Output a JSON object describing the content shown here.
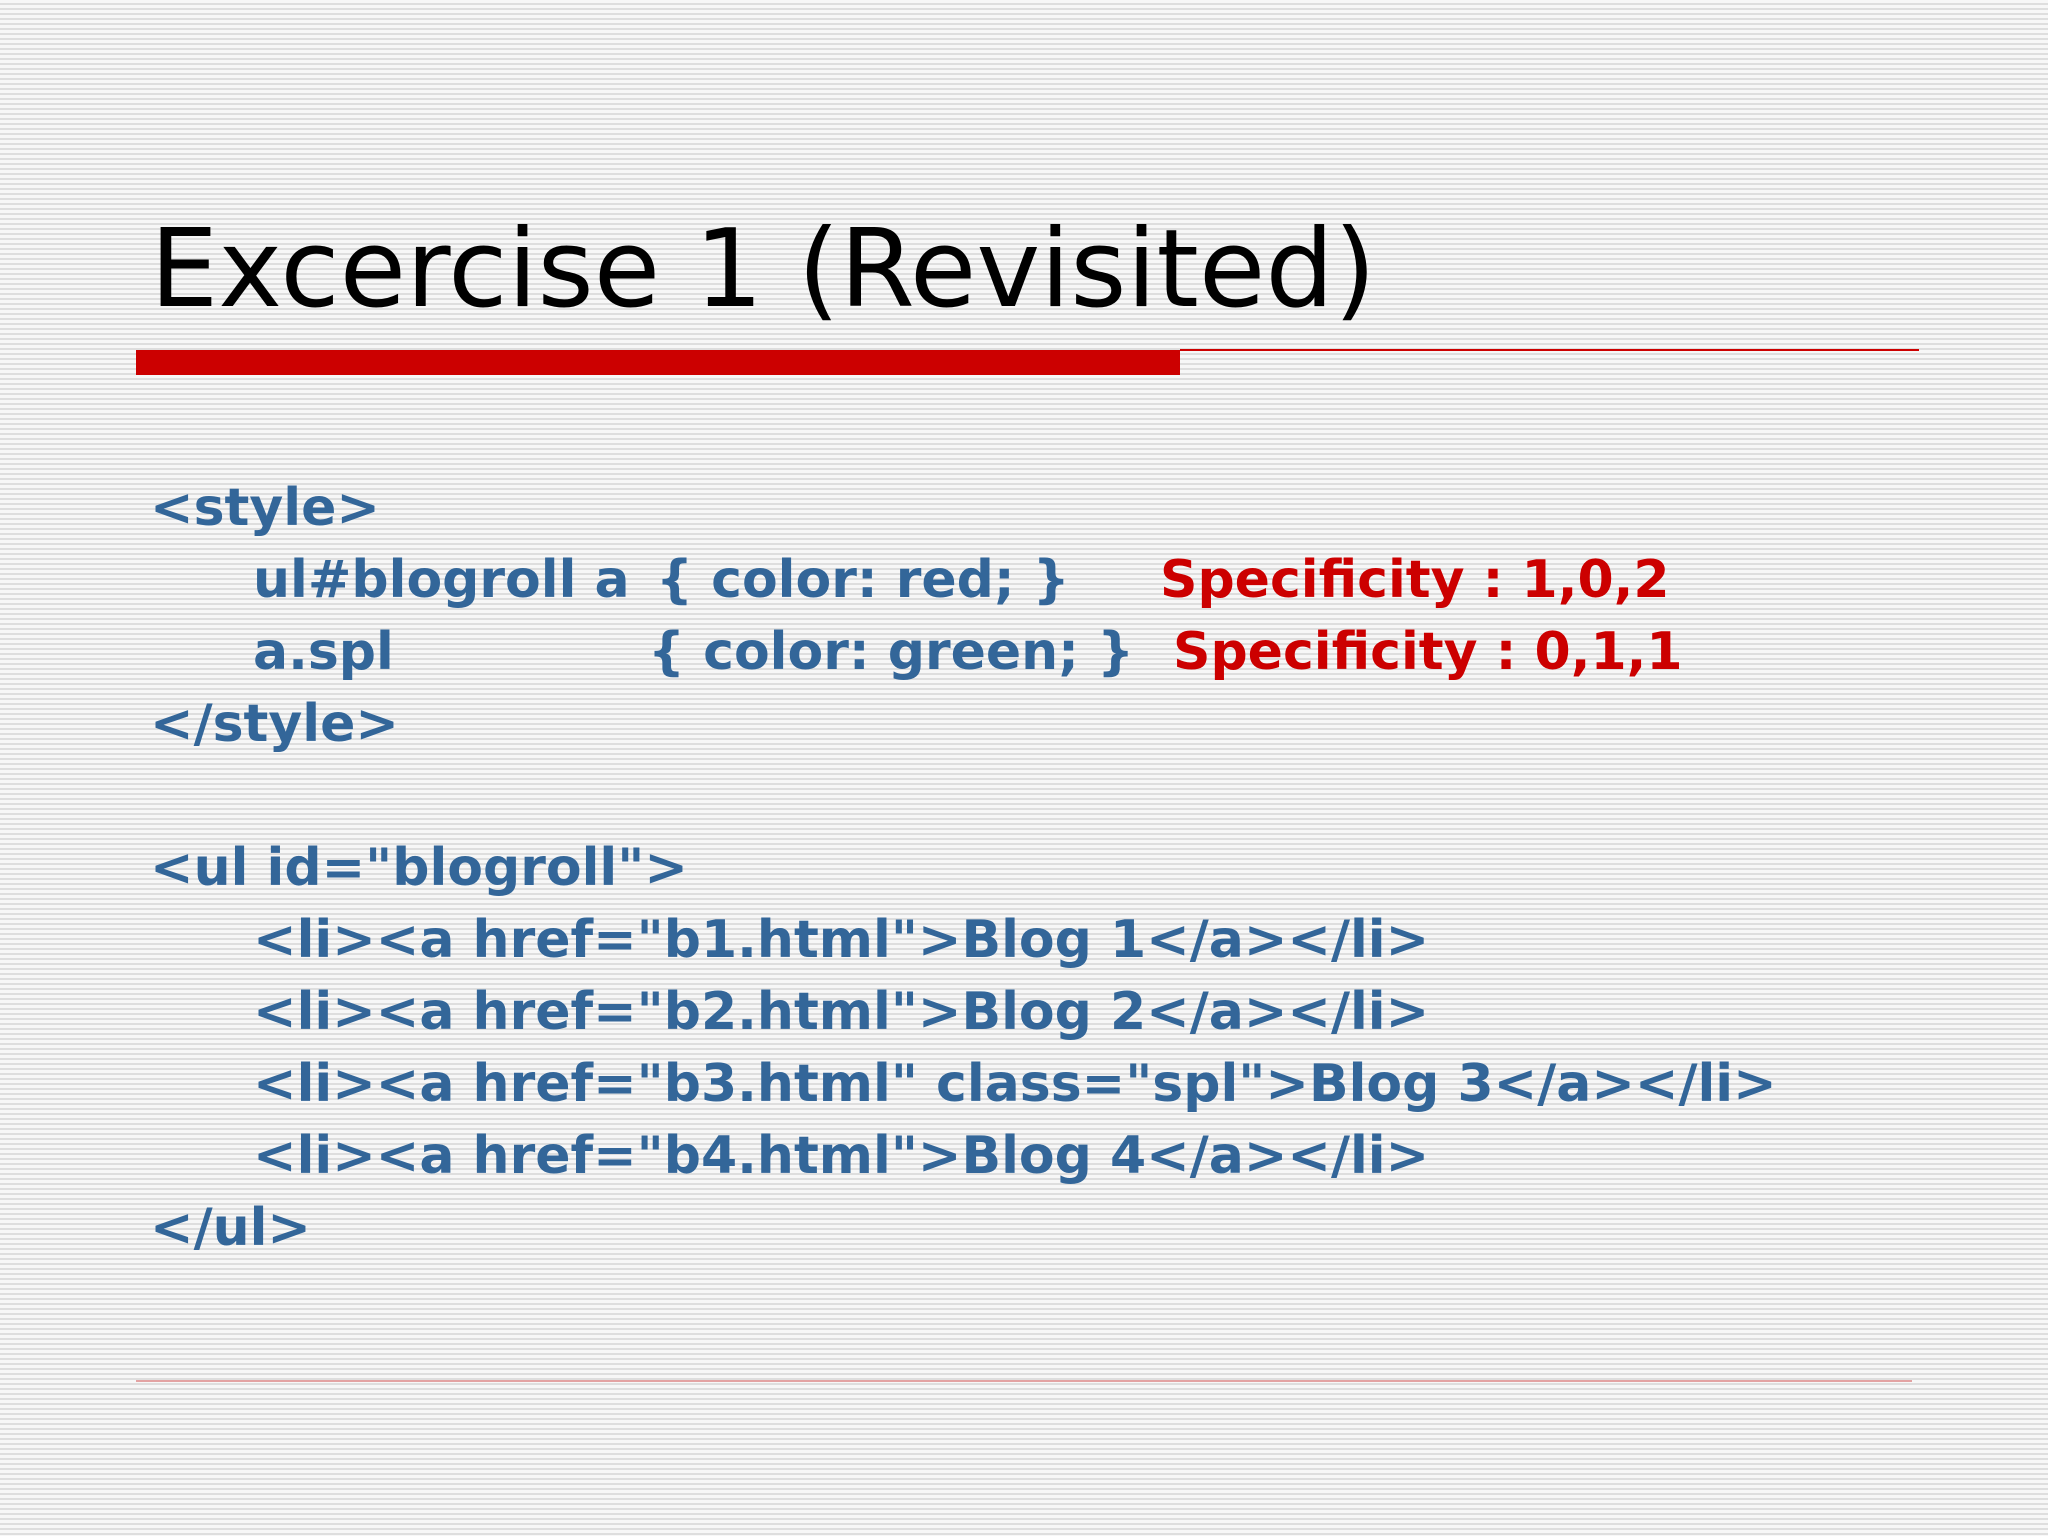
{
  "slide": {
    "title": "Excercise 1 (Revisited)",
    "colors": {
      "title": "#000000",
      "code": "#336699",
      "highlight": "#cc0000",
      "rule": "#cc0000",
      "background": "#f7f7f7"
    },
    "code": {
      "style_open": "<style>",
      "rule1_selector": "ul#blogroll a",
      "rule1_declaration": "{ color: red; }",
      "rule1_specificity": "Specificity : 1,0,2",
      "rule2_selector": "a.spl",
      "rule2_declaration": "{ color: green; }",
      "rule2_specificity": "Specificity : 0,1,1",
      "style_close": "</style>",
      "ul_open": "<ul id=\"blogroll\">",
      "li_items": [
        "<li><a href=\"b1.html\">Blog 1</a></li>",
        "<li><a href=\"b2.html\">Blog 2</a></li>",
        "<li><a href=\"b3.html\" class=\"spl\">Blog 3</a></li>",
        "<li><a href=\"b4.html\">Blog 4</a></li>"
      ],
      "ul_close": "</ul>"
    }
  }
}
